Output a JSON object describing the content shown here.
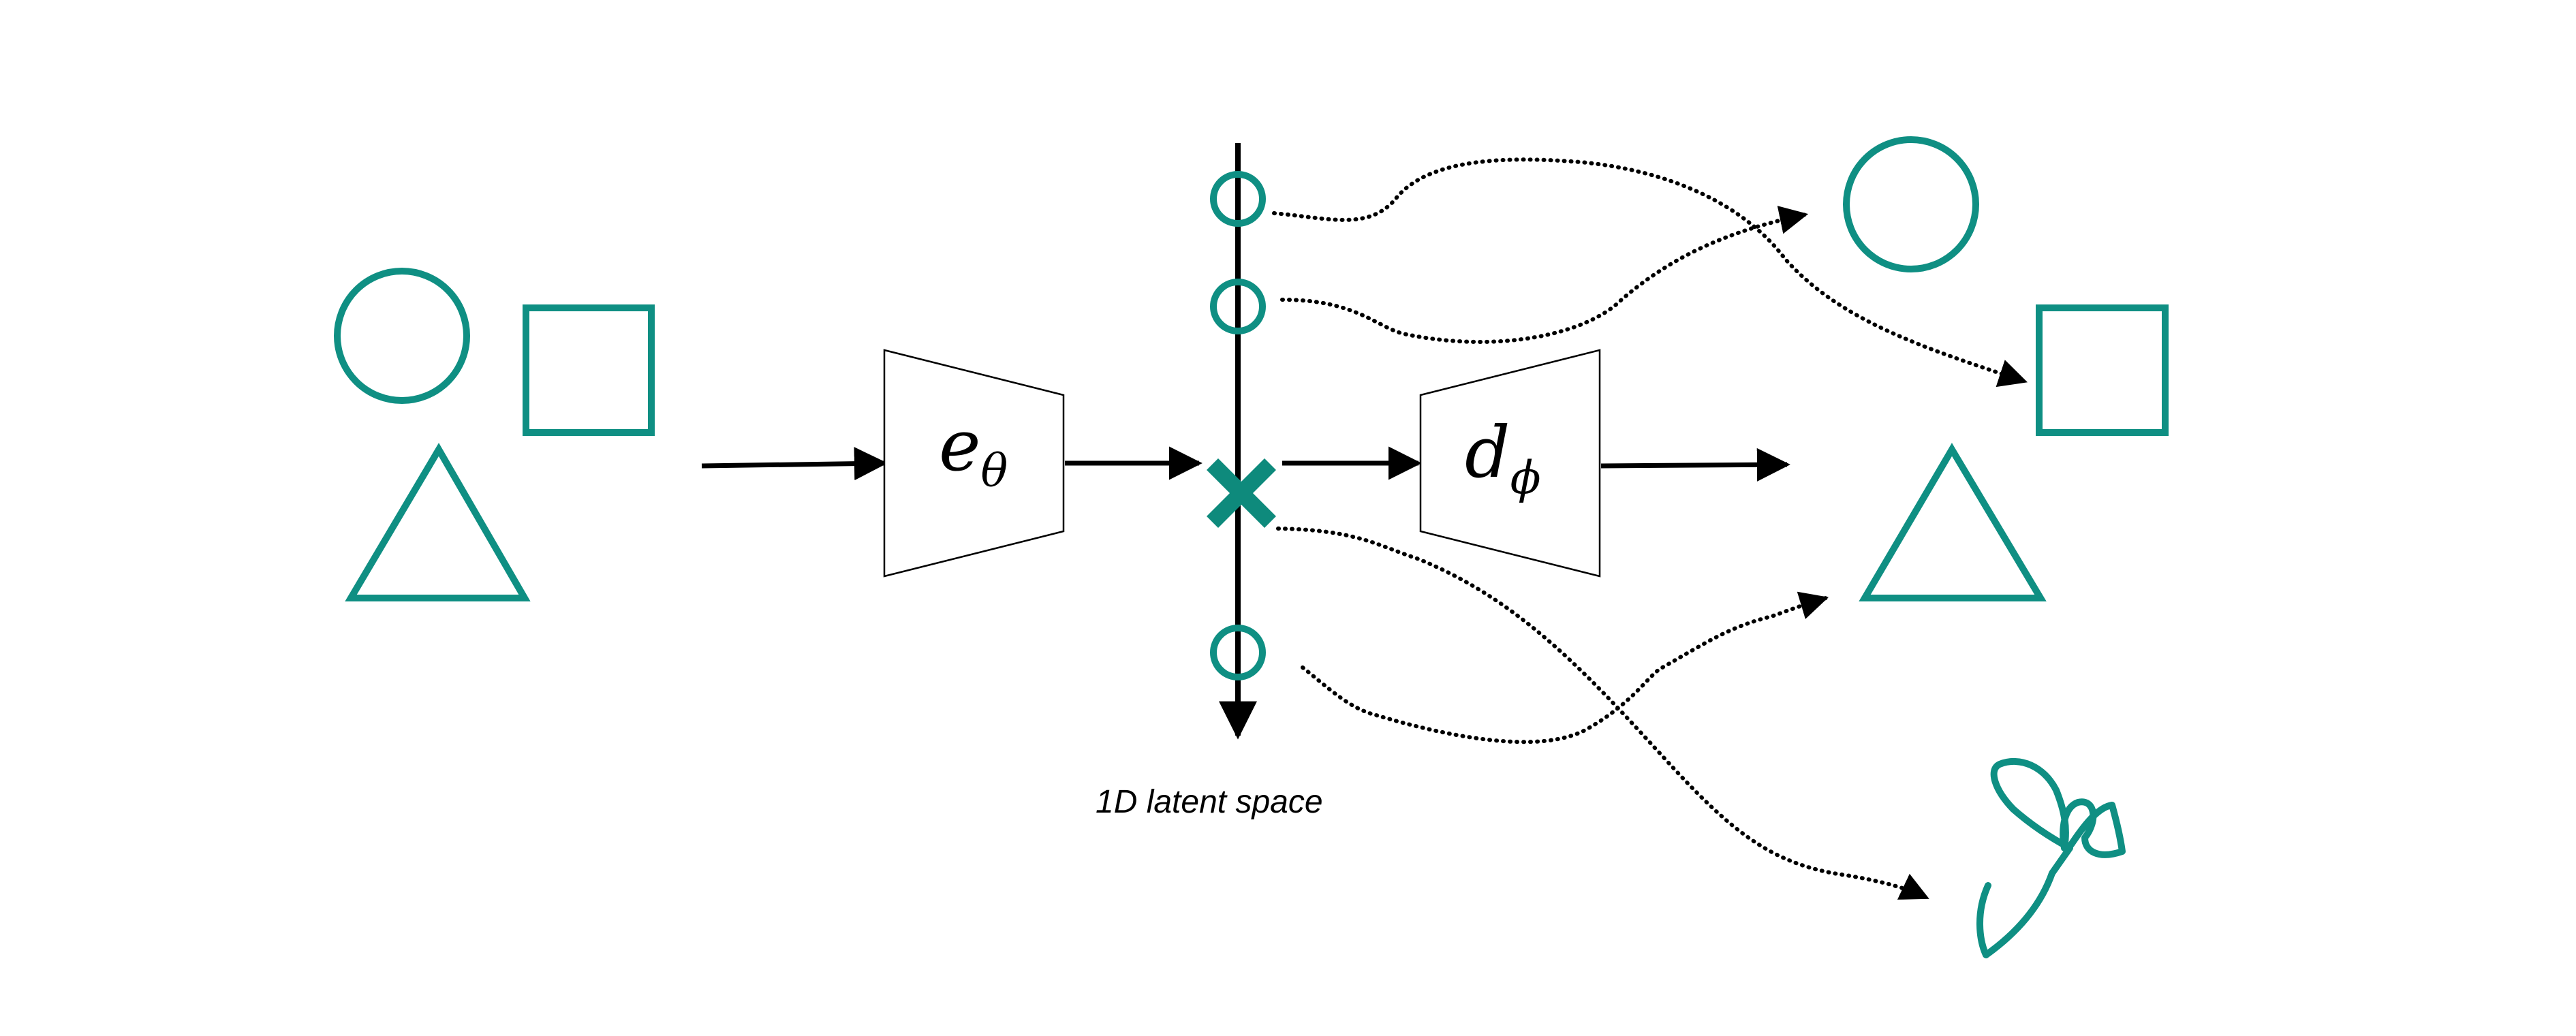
{
  "encoder": {
    "symbol": "e",
    "subscript": "θ"
  },
  "decoder": {
    "symbol": "d",
    "subscript": "ϕ"
  },
  "latent": {
    "label": "1D latent space"
  },
  "colors": {
    "shape_teal": "#0f8f83",
    "marker_teal": "#0e8a7c",
    "ink": "#000000"
  }
}
